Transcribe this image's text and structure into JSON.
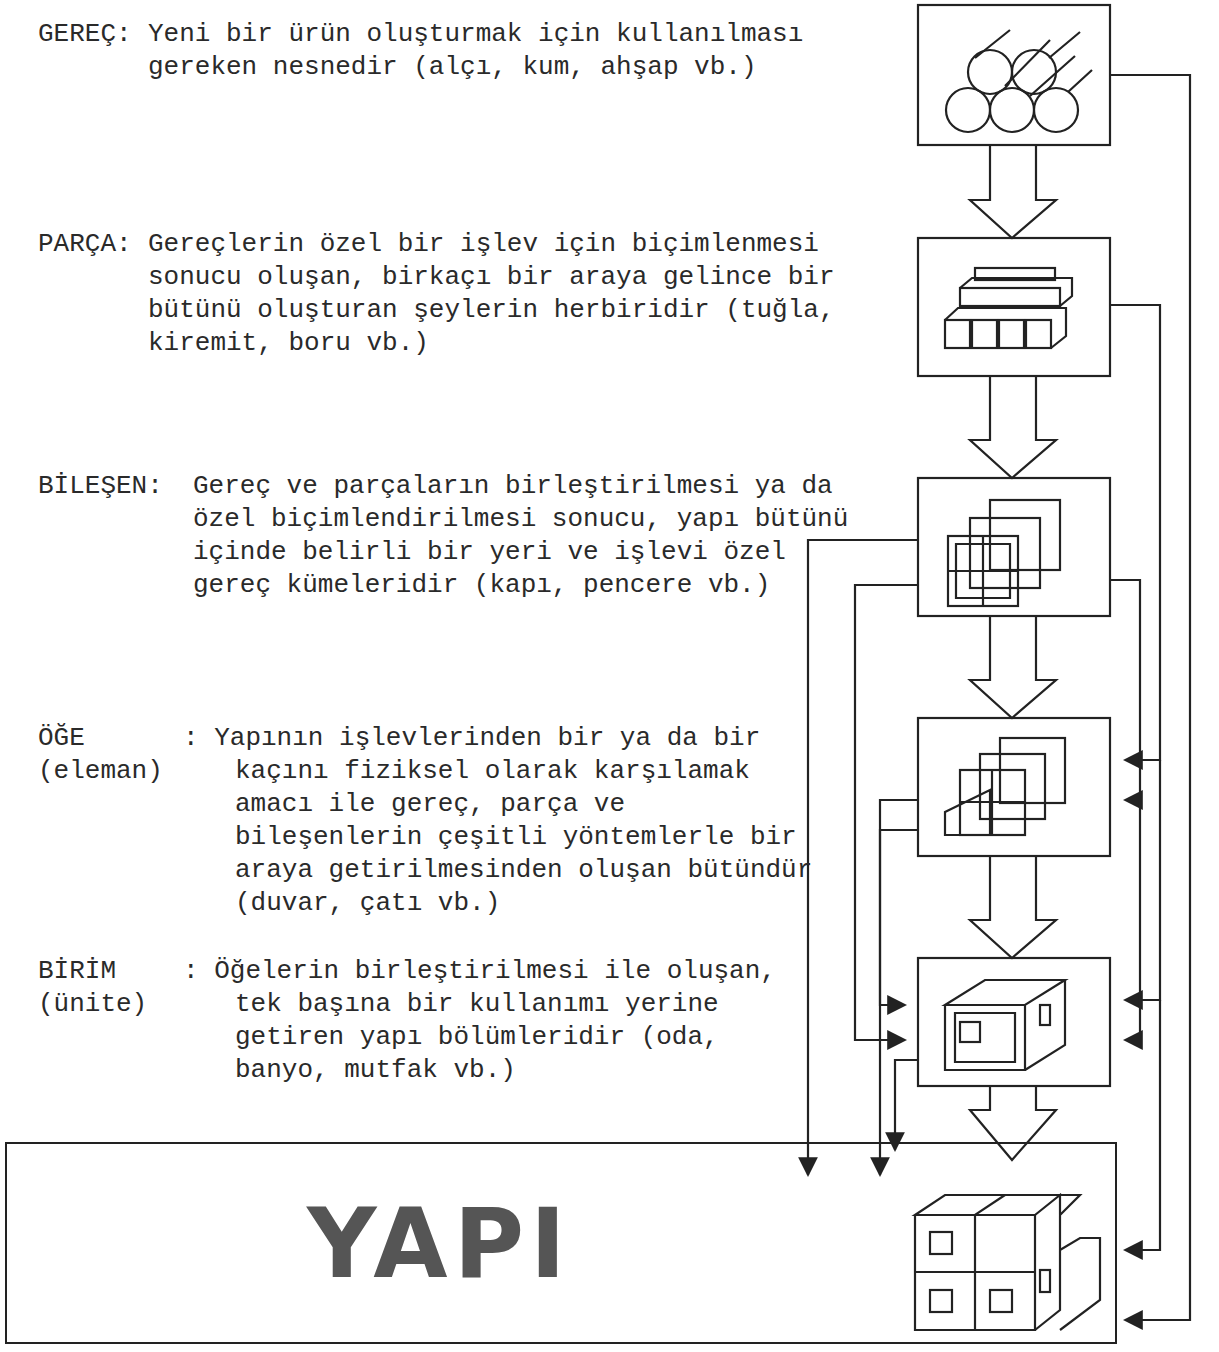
{
  "diagram": {
    "nodes": [
      {
        "text": [
          "YAPI"
        ]
      }
    ],
    "labels": [
      "GEREÇ:",
      "Yeni bir ürün oluşturmak için kullanılması gereken nesnedir (alçı, kum, ahşap vb.)",
      "PARÇA:",
      "Gereçlerin özel bir işlev için biçimlenmesi sonucu oluşan, birkaçı bir araya gelince bir bütünü oluşturan şeylerin herbiridir (tuğla, kiremit, boru vb.)",
      "BİLEŞEN:",
      "Gereç ve parçaların birleştirilmesi ya da özel biçimlendirilmesi sonucu, yapı bütünü içinde belirli bir yeri ve işlevi özel gereç kümeleridir (kapı, pencere vb.)",
      "ÖĞE",
      "(eleman)",
      ": Yapının işlevlerinden bir ya da bir kaçını fiziksel olarak karşılamak amacı ile gereç, parça ve bileşenlerin çeşitli yöntemlerle bir araya getirilmesinden oluşan bütündür (duvar, çatı vb.)",
      "BİRİM",
      "(ünite)",
      ": Öğelerin birleştirilmesi ile oluşan, tek başına bir kullanımı yerine getiren yapı bölümleridir (oda, banyo, mutfak vb.)"
    ]
  }
}
